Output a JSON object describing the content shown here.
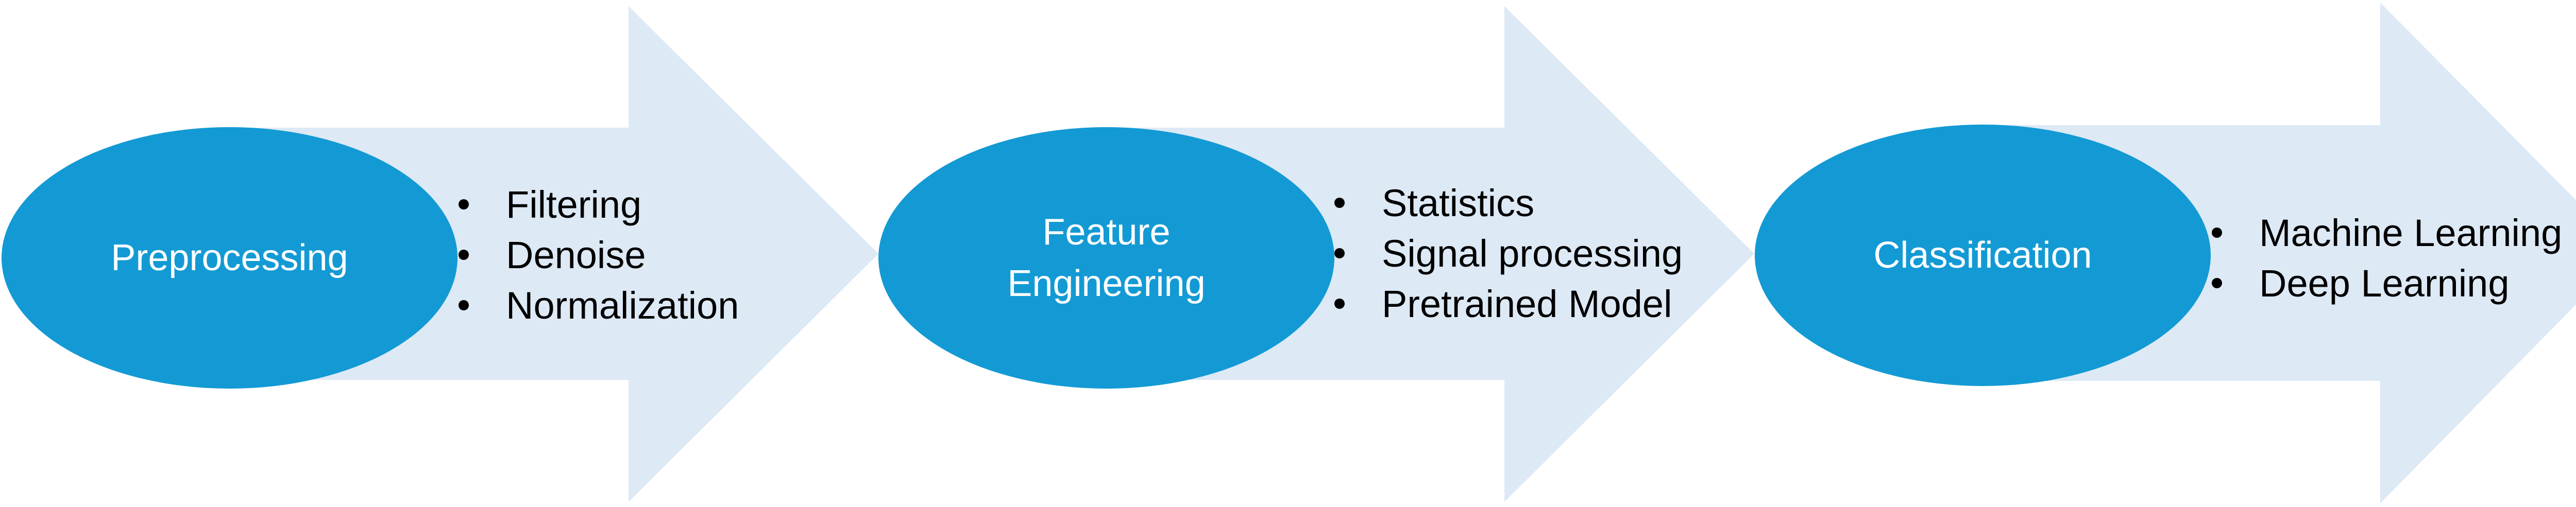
{
  "colors": {
    "arrow_fill": "#dde9f5",
    "ellipse_fill": "#139ad4",
    "ellipse_text": "#ffffff",
    "bullet_text": "#000000"
  },
  "stages": [
    {
      "title": "Preprocessing",
      "bullets": [
        "Filtering",
        "Denoise",
        "Normalization"
      ]
    },
    {
      "title": "Feature\nEngineering",
      "bullets": [
        "Statistics",
        "Signal processing",
        "Pretrained Model"
      ]
    },
    {
      "title": "Classification",
      "bullets": [
        "Machine Learning",
        "Deep Learning"
      ]
    }
  ]
}
